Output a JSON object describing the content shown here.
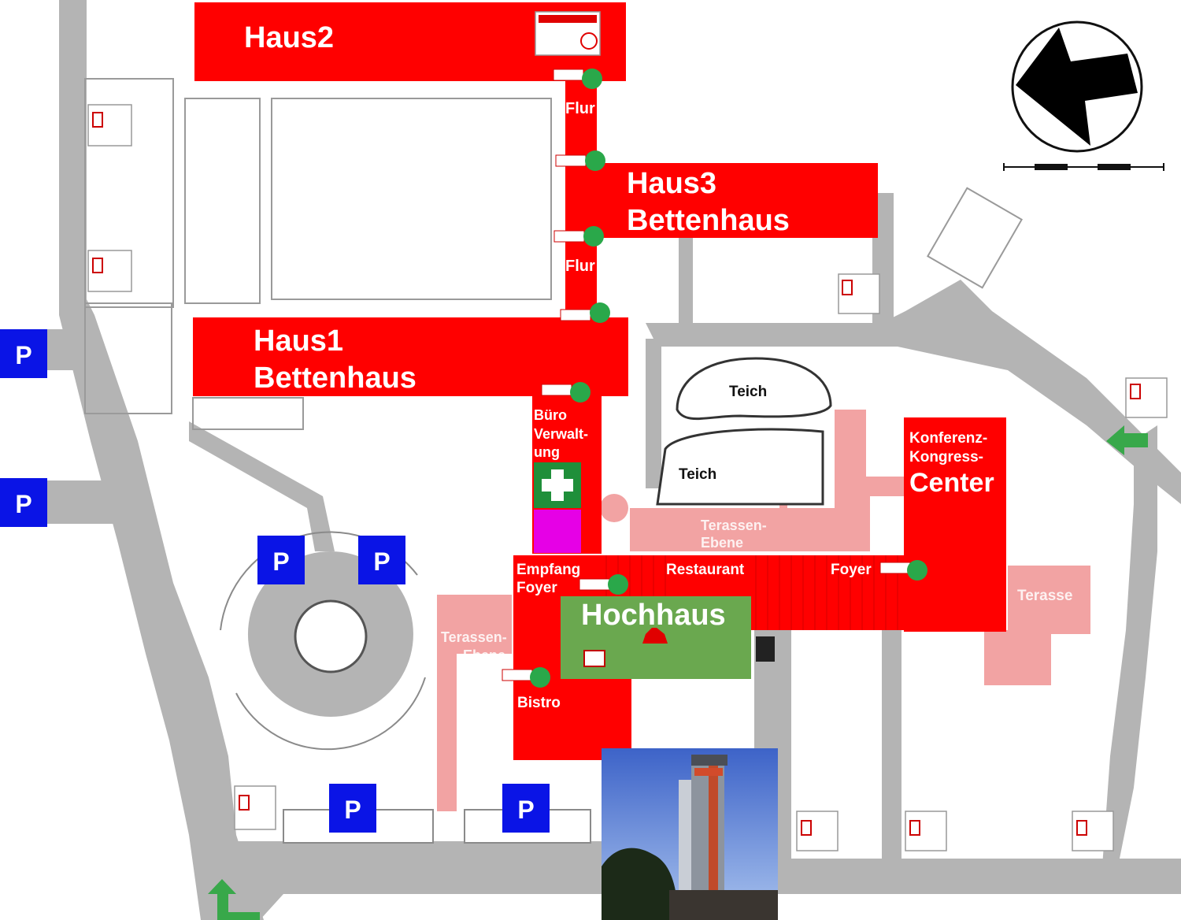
{
  "colors": {
    "building": "#ff0000",
    "building_light": "#f2a3a3",
    "road": "#b4b4b4",
    "parking": "#0a14e6",
    "hochhaus": "#6aa84f",
    "first_aid": "#1f8f3a",
    "magenta": "#e600e6",
    "arrow_green": "#38a84a",
    "exit_sign": "#2aa84a"
  },
  "buildings": {
    "haus2": "Haus2",
    "haus3_line1": "Haus3",
    "haus3_line2": "Bettenhaus",
    "haus1_line1": "Haus1",
    "haus1_line2": "Bettenhaus",
    "flur_top": "Flur",
    "flur_bottom": "Flur",
    "buero_line1": "Büro",
    "buero_line2": "Verwalt-",
    "buero_line3": "ung",
    "empfang_line1": "Empfang",
    "empfang_line2": "Foyer",
    "restaurant": "Restaurant",
    "foyer": "Foyer",
    "hochhaus": "Hochhaus",
    "bistro": "Bistro",
    "konferenz_line1": "Konferenz-",
    "konferenz_line2": "Kongress-",
    "konferenz_line3": "Center",
    "terasse": "Terasse",
    "terassen_top_line1": "Terassen-",
    "terassen_top_line2": "Ebene",
    "terassen_left_line1": "Terassen-",
    "terassen_left_line2": "Ebene"
  },
  "ponds": {
    "teich1": "Teich",
    "teich2": "Teich"
  },
  "parking": {
    "label": "P"
  },
  "icons": {
    "compass": "compass-north-arrow-icon",
    "first_aid": "first-aid-cross-icon",
    "entrance_arrow": "entrance-arrow-icon",
    "assembly_point": "assembly-point-sign-icon",
    "exit": "emergency-exit-sign-icon",
    "hotel_photo": "hotel-tower-photo"
  }
}
